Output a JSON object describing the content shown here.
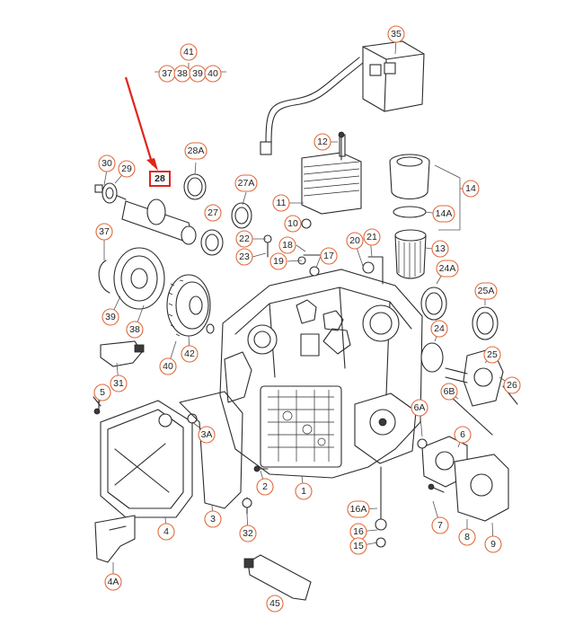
{
  "diagram": {
    "highlighted_part": "28",
    "highlight_color": "#e0251b",
    "callout_color": "#e06a3a",
    "parts": [
      {
        "id": "41",
        "label": "41"
      },
      {
        "id": "37g",
        "label": "37"
      },
      {
        "id": "38g",
        "label": "38"
      },
      {
        "id": "39g",
        "label": "39"
      },
      {
        "id": "40g",
        "label": "40"
      },
      {
        "id": "35",
        "label": "35"
      },
      {
        "id": "12",
        "label": "12"
      },
      {
        "id": "30",
        "label": "30"
      },
      {
        "id": "29",
        "label": "29"
      },
      {
        "id": "28",
        "label": "28"
      },
      {
        "id": "28A",
        "label": "28A"
      },
      {
        "id": "27A",
        "label": "27A"
      },
      {
        "id": "27",
        "label": "27"
      },
      {
        "id": "11",
        "label": "11"
      },
      {
        "id": "10",
        "label": "10"
      },
      {
        "id": "14",
        "label": "14"
      },
      {
        "id": "14A",
        "label": "14A"
      },
      {
        "id": "13",
        "label": "13"
      },
      {
        "id": "37",
        "label": "37"
      },
      {
        "id": "22",
        "label": "22"
      },
      {
        "id": "23",
        "label": "23"
      },
      {
        "id": "18",
        "label": "18"
      },
      {
        "id": "19",
        "label": "19"
      },
      {
        "id": "17",
        "label": "17"
      },
      {
        "id": "20",
        "label": "20"
      },
      {
        "id": "21",
        "label": "21"
      },
      {
        "id": "24A",
        "label": "24A"
      },
      {
        "id": "25A",
        "label": "25A"
      },
      {
        "id": "39",
        "label": "39"
      },
      {
        "id": "38",
        "label": "38"
      },
      {
        "id": "42",
        "label": "42"
      },
      {
        "id": "40",
        "label": "40"
      },
      {
        "id": "24",
        "label": "24"
      },
      {
        "id": "25",
        "label": "25"
      },
      {
        "id": "31",
        "label": "31"
      },
      {
        "id": "5",
        "label": "5"
      },
      {
        "id": "26",
        "label": "26"
      },
      {
        "id": "6B",
        "label": "6B"
      },
      {
        "id": "3A",
        "label": "3A"
      },
      {
        "id": "6A",
        "label": "6A"
      },
      {
        "id": "6",
        "label": "6"
      },
      {
        "id": "2",
        "label": "2"
      },
      {
        "id": "1",
        "label": "1"
      },
      {
        "id": "3",
        "label": "3"
      },
      {
        "id": "4",
        "label": "4"
      },
      {
        "id": "32",
        "label": "32"
      },
      {
        "id": "16A",
        "label": "16A"
      },
      {
        "id": "16",
        "label": "16"
      },
      {
        "id": "15",
        "label": "15"
      },
      {
        "id": "7",
        "label": "7"
      },
      {
        "id": "8",
        "label": "8"
      },
      {
        "id": "9",
        "label": "9"
      },
      {
        "id": "4A",
        "label": "4A"
      },
      {
        "id": "45",
        "label": "45"
      }
    ]
  }
}
